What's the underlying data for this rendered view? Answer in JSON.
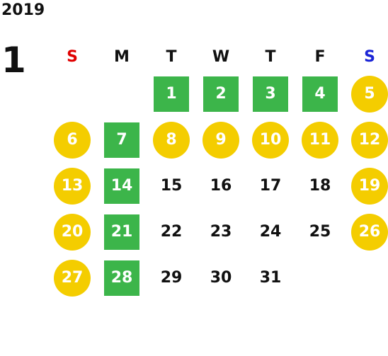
{
  "year": "2019",
  "month": "1",
  "colors": {
    "sunday": "#e00000",
    "saturday": "#1a24d6",
    "weekday": "#111111",
    "holiday_circle": "#f4cd00",
    "highlight_square": "#3cb54a"
  },
  "weekdays": [
    "S",
    "M",
    "T",
    "W",
    "T",
    "F",
    "S"
  ],
  "days": [
    {
      "day": "1",
      "style": "highlight"
    },
    {
      "day": "2",
      "style": "highlight"
    },
    {
      "day": "3",
      "style": "highlight"
    },
    {
      "day": "4",
      "style": "highlight"
    },
    {
      "day": "5",
      "style": "holiday"
    },
    {
      "day": "6",
      "style": "holiday"
    },
    {
      "day": "7",
      "style": "highlight"
    },
    {
      "day": "8",
      "style": "holiday"
    },
    {
      "day": "9",
      "style": "holiday"
    },
    {
      "day": "10",
      "style": "holiday"
    },
    {
      "day": "11",
      "style": "holiday"
    },
    {
      "day": "12",
      "style": "holiday"
    },
    {
      "day": "13",
      "style": "holiday"
    },
    {
      "day": "14",
      "style": "highlight"
    },
    {
      "day": "15",
      "style": "plain"
    },
    {
      "day": "16",
      "style": "plain"
    },
    {
      "day": "17",
      "style": "plain"
    },
    {
      "day": "18",
      "style": "plain"
    },
    {
      "day": "19",
      "style": "holiday"
    },
    {
      "day": "20",
      "style": "holiday"
    },
    {
      "day": "21",
      "style": "highlight"
    },
    {
      "day": "22",
      "style": "plain"
    },
    {
      "day": "23",
      "style": "plain"
    },
    {
      "day": "24",
      "style": "plain"
    },
    {
      "day": "25",
      "style": "plain"
    },
    {
      "day": "26",
      "style": "holiday"
    },
    {
      "day": "27",
      "style": "holiday"
    },
    {
      "day": "28",
      "style": "highlight"
    },
    {
      "day": "29",
      "style": "plain"
    },
    {
      "day": "30",
      "style": "plain"
    },
    {
      "day": "31",
      "style": "plain"
    }
  ],
  "first_weekday_index": 2
}
